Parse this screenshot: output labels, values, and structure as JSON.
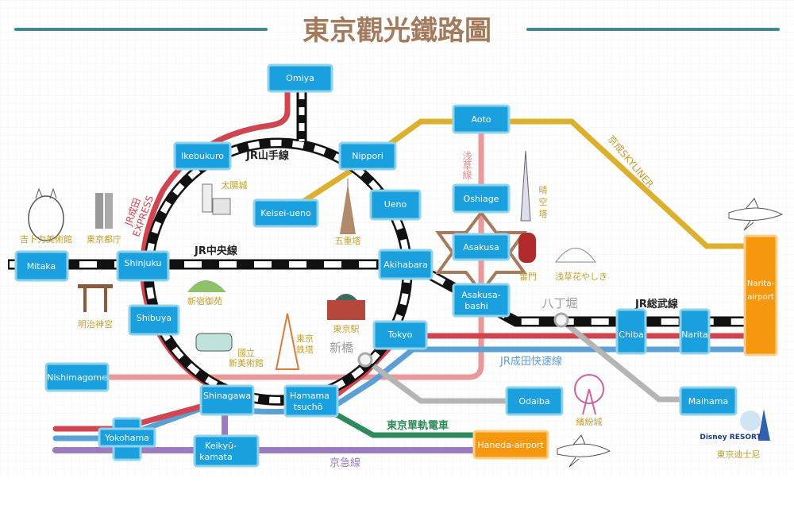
{
  "title": "東京觀光鐵路圖",
  "colors": {
    "title": "#a47a5c",
    "rule": "#3d8a93",
    "station": "#1aa0df",
    "airport": "#f5980f",
    "yamanote": "#111111",
    "narita_express": "#d0454f",
    "narita_rapid": "#5aa0d6",
    "keisei": "#dcb02c",
    "asakusa_line": "#e9999a",
    "keikyu": "#9b7cbf",
    "monorail": "#2e8a5a",
    "rinkai": "#b5b5b5",
    "landmark_text": "#c4a02c"
  },
  "stations": {
    "omiya": "Omiya",
    "ikebukuro": "Ikebukuro",
    "nippori": "Nippori",
    "keisei_ueno": "Keisei-ueno",
    "ueno": "Ueno",
    "aoto": "Aoto",
    "oshiage": "Oshiage",
    "asakusa": "Asakusa",
    "akihabara": "Akihabara",
    "mitaka": "Mitaka",
    "shinjuku": "Shinjuku",
    "shibuya": "Shibuya",
    "asakusabashi_1": "Asakusa-",
    "asakusabashi_2": "bashi",
    "tokyo": "Tokyo",
    "chiba": "Chiba",
    "narita": "Narita",
    "narita_airport_1": "Narita-",
    "narita_airport_2": "airport",
    "nishimagome": "Nishimagome",
    "odaiba": "Odaiba",
    "maihama": "Maihama",
    "shinagawa": "Shinagawa",
    "hamamatsucho_1": "Hamama",
    "hamamatsucho_2": "tsuchō",
    "yokohama": "Yokohama",
    "keikyu_kamata_1": "Keikyū-",
    "keikyu_kamata_2": "kamata",
    "haneda_airport": "Haneda-airport"
  },
  "lines": {
    "yamanote": "JR山手線",
    "chuo": "JR中央線",
    "narita_express_1": "JR成田",
    "narita_express_2": "EXPRESS",
    "skyliner": "京成SKYLINER",
    "asakusa": "浅草線",
    "sobu": "JR総武線",
    "narita_rapid": "JR成田快速線",
    "monorail": "東京單軌電車",
    "keikyu": "京急線"
  },
  "transfer_points": {
    "shinbashi": "新橋",
    "hatchobori": "八丁堀"
  },
  "landmarks": {
    "ghibli": "吉卜力美術館",
    "tocho": "東京都庁",
    "sunshine": "太陽城",
    "pagoda": "五重塔",
    "gyoen": "新宿御苑",
    "meiji": "明治神宮",
    "nact_1": "國立",
    "nact_2": "新美術館",
    "tower_1": "東京",
    "tower_2": "鉄塔",
    "station": "東京駅",
    "skytree_1": "晴",
    "skytree_2": "空",
    "skytree_3": "塔",
    "kaminarimon": "雷門",
    "hanayashiki": "浅草花やしき",
    "palette": "繽紛城",
    "disney": "東京迪士尼",
    "disney_logo": "Disney RESORT"
  }
}
